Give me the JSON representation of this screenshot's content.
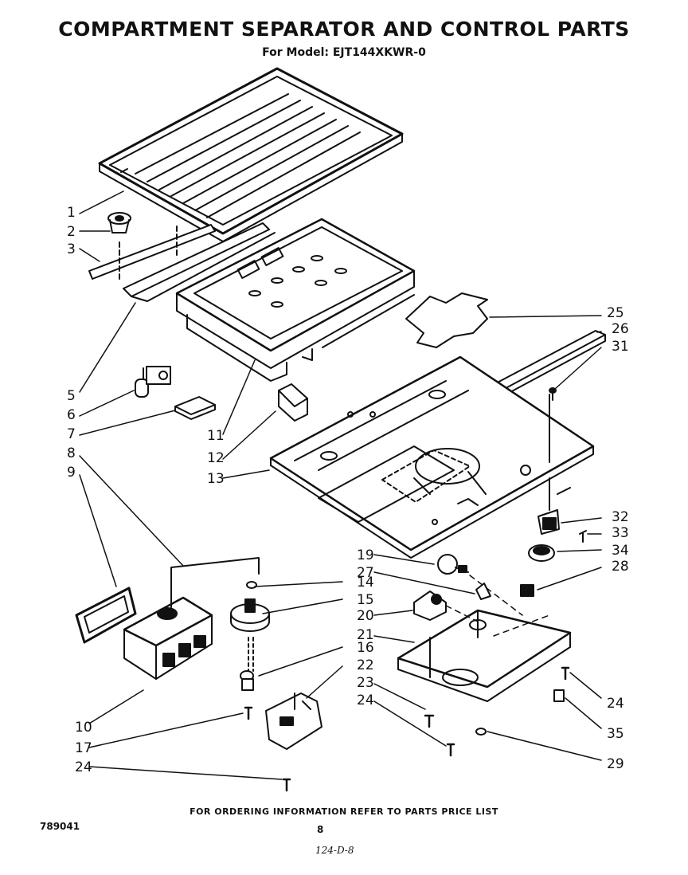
{
  "header": {
    "title": "COMPARTMENT SEPARATOR AND CONTROL PARTS",
    "subtitle": "For Model: EJT144XKWR-0"
  },
  "callouts": {
    "c1": "1",
    "c2": "2",
    "c3": "3",
    "c5": "5",
    "c6": "6",
    "c7": "7",
    "c8": "8",
    "c9": "9",
    "c10": "10",
    "c11": "11",
    "c12": "12",
    "c13": "13",
    "c14": "14",
    "c15": "15",
    "c16": "16",
    "c17": "17",
    "c19": "19",
    "c20": "20",
    "c21": "21",
    "c22": "22",
    "c23": "23",
    "c24a": "24",
    "c24b": "24",
    "c24c": "24",
    "c25": "25",
    "c26": "26",
    "c27": "27",
    "c28": "28",
    "c29": "29",
    "c31": "31",
    "c32": "32",
    "c33": "33",
    "c34": "34",
    "c35": "35"
  },
  "footer": {
    "ordering_note": "FOR ORDERING INFORMATION REFER TO PARTS PRICE LIST",
    "doc_number": "789041",
    "page_number": "8",
    "handwritten": "124-D-8"
  }
}
